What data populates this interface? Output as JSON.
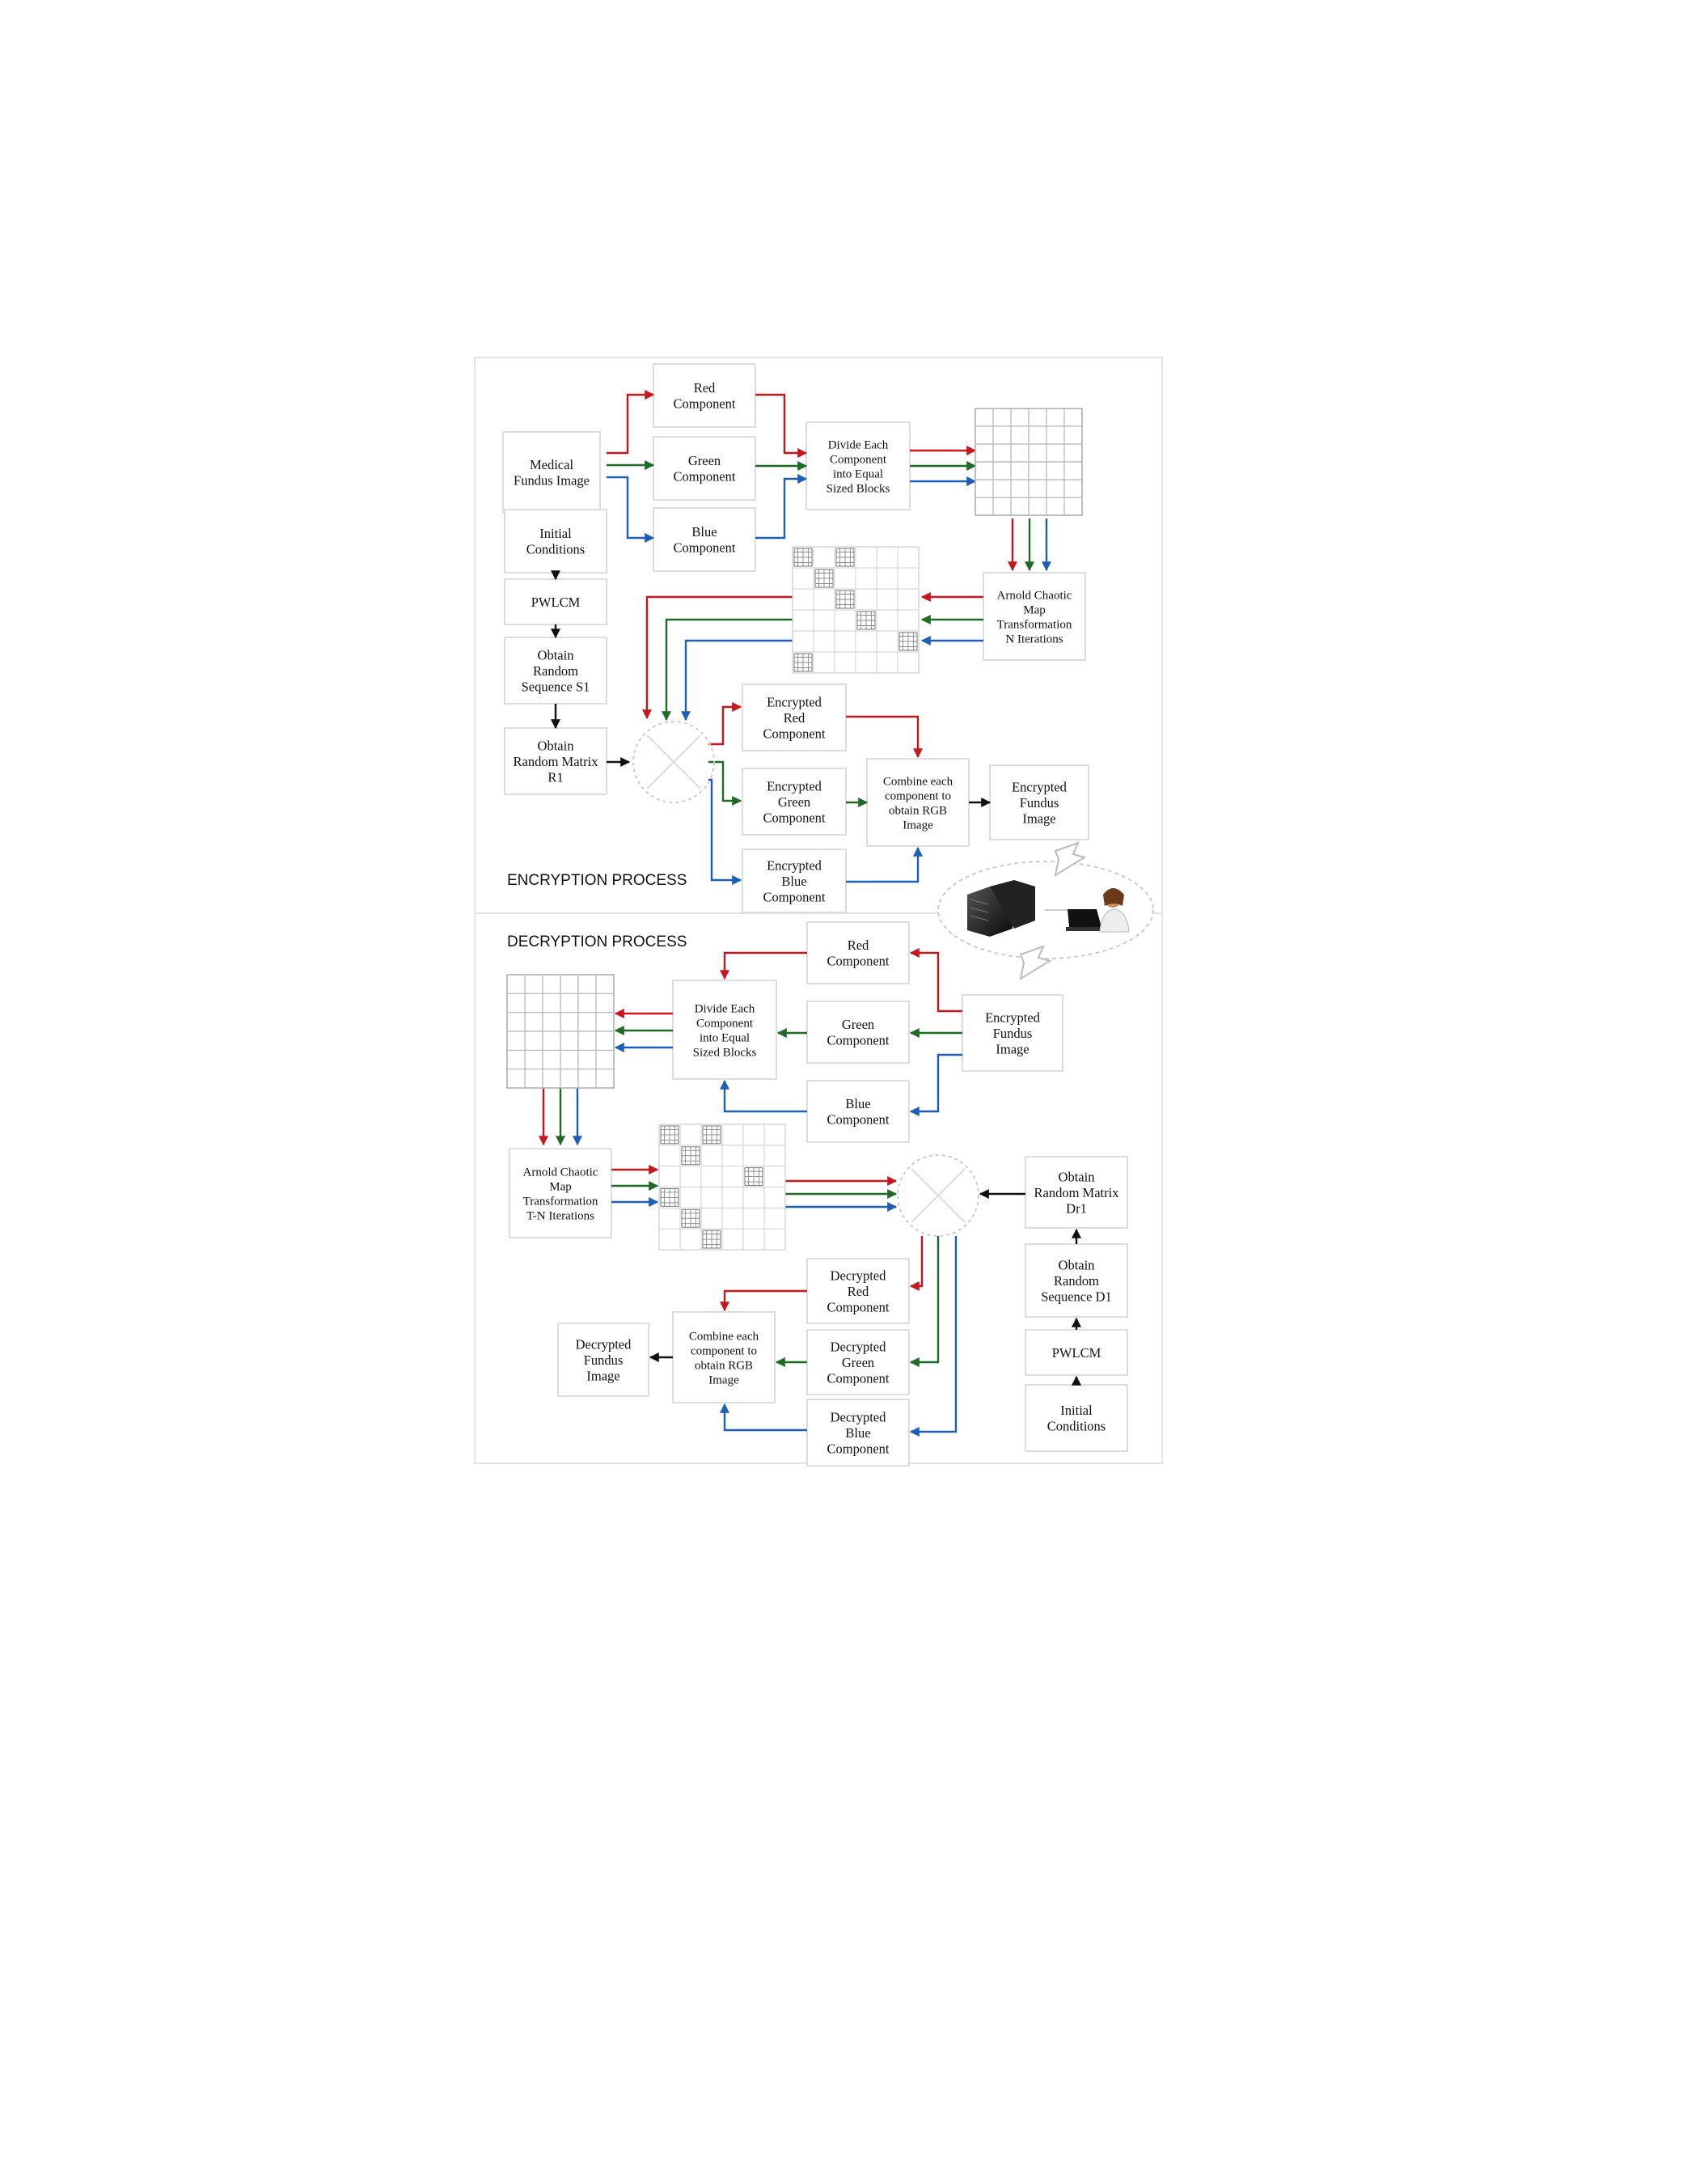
{
  "sections": {
    "encryption": "ENCRYPTION PROCESS",
    "decryption": "DECRYPTION PROCESS"
  },
  "colors": {
    "red": "#c8161d",
    "green": "#1e6b25",
    "blue": "#1d5eb8",
    "black": "#111111",
    "box_border": "#dddddd",
    "panel_border": "#e3e3e3"
  },
  "enc": {
    "medical": [
      "Medical",
      "Fundus Image"
    ],
    "red": [
      "Red",
      "Component"
    ],
    "green": [
      "Green",
      "Component"
    ],
    "blue": [
      "Blue",
      "Component"
    ],
    "divide": [
      "Divide Each",
      "Component",
      "into Equal",
      "Sized Blocks"
    ],
    "initial": [
      "Initial",
      "Conditions"
    ],
    "pwlcm": [
      "PWLCM"
    ],
    "seq": [
      "Obtain",
      "Random",
      "Sequence S1"
    ],
    "matrix": [
      "Obtain",
      "Random Matrix",
      "R1"
    ],
    "arnold": [
      "Arnold Chaotic",
      "Map",
      "Transformation",
      "N Iterations"
    ],
    "enc_red": [
      "Encrypted",
      "Red",
      "Component"
    ],
    "enc_green": [
      "Encrypted",
      "Green",
      "Component"
    ],
    "enc_blue": [
      "Encrypted",
      "Blue",
      "Component"
    ],
    "combine": [
      "Combine each",
      "component to",
      "obtain RGB",
      "Image"
    ],
    "output": [
      "Encrypted",
      "Fundus",
      "Image"
    ]
  },
  "dec": {
    "red": [
      "Red",
      "Component"
    ],
    "green": [
      "Green",
      "Component"
    ],
    "blue": [
      "Blue",
      "Component"
    ],
    "input": [
      "Encrypted",
      "Fundus",
      "Image"
    ],
    "divide": [
      "Divide Each",
      "Component",
      "into Equal",
      "Sized Blocks"
    ],
    "arnold": [
      "Arnold Chaotic",
      "Map",
      "Transformation",
      "T-N Iterations"
    ],
    "matrix": [
      "Obtain",
      "Random Matrix",
      "Dr1"
    ],
    "seq": [
      "Obtain",
      "Random",
      "Sequence D1"
    ],
    "pwlcm": [
      "PWLCM"
    ],
    "initial": [
      "Initial",
      "Conditions"
    ],
    "dec_red": [
      "Decrypted",
      "Red",
      "Component"
    ],
    "dec_green": [
      "Decrypted",
      "Green",
      "Component"
    ],
    "dec_blue": [
      "Decrypted",
      "Blue",
      "Component"
    ],
    "combine": [
      "Combine each",
      "component to",
      "obtain RGB",
      "Image"
    ],
    "output": [
      "Decrypted",
      "Fundus",
      "Image"
    ]
  },
  "icons": [
    "server-icon",
    "user-laptop-icon",
    "xor-icon",
    "grid-icon",
    "scrambled-grid-icon",
    "cloud-transfer-icon"
  ]
}
